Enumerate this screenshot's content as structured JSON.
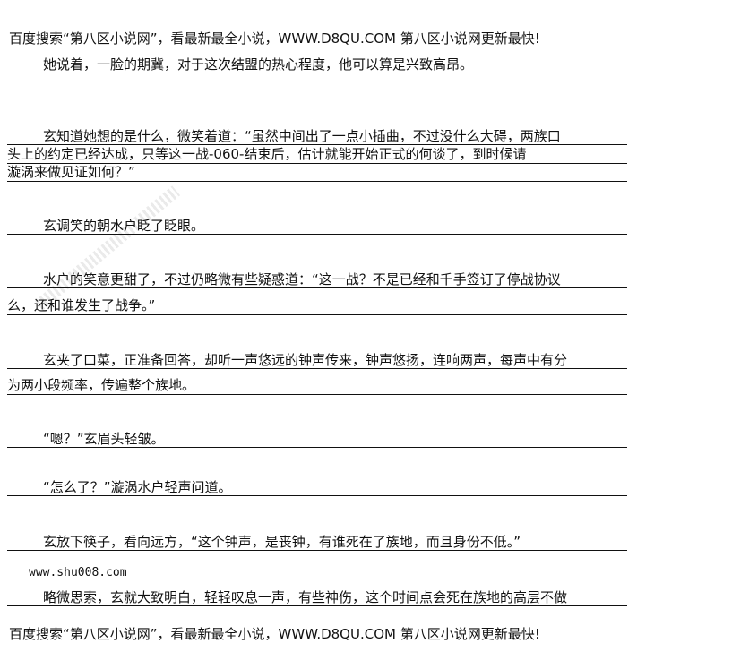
{
  "header_banner": "百度搜索“第八区小说网”，看最新最全小说，WWW.D8QU.COM  第八区小说网更新最快!",
  "lines": [
    "她说着，一脸的期冀，对于这次结盟的热心程度，他可以算是兴致高昂。",
    "玄知道她想的是什么，微笑着道：“虽然中间出了一点小插曲，不过没什么大碍，两族口",
    "头上的约定已经达成，只等这一战-060-结束后，估计就能开始正式的何谈了，到时候请",
    "漩涡来做见证如何？”",
    "玄调笑的朝水户眨了眨眼。",
    "水户的笑意更甜了，不过仍略微有些疑惑道：“这一战？不是已经和千手签订了停战协议",
    "么，还和谁发生了战争。”",
    "玄夹了口菜，正准备回答，却听一声悠远的钟声传来，钟声悠扬，连响两声，每声中有分",
    "为两小段频率，传遍整个族地。",
    "“嗯？”玄眉头轻皱。",
    "“怎么了？”漩涡水户轻声问道。",
    "玄放下筷子，看向远方，“这个钟声，是丧钟，有谁死在了族地，而且身份不低。”",
    "略微思索，玄就大致明白，轻轻叹息一声，有些神伤，这个时间点会死在族地的高层不做"
  ],
  "source_url": "www.shu008.com",
  "footer_banner": "百度搜索“第八区小说网”，看最新最全小说，WWW.D8QU.COM  第八区小说网更新最快!"
}
